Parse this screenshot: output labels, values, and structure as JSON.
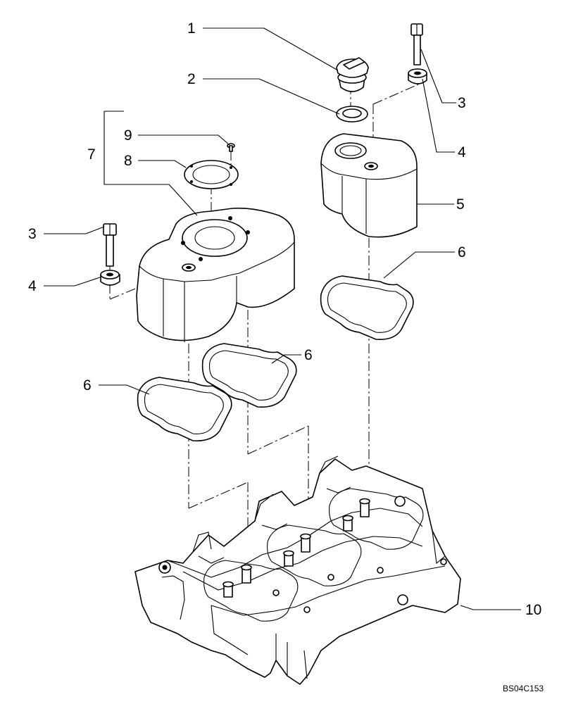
{
  "callouts": [
    {
      "id": "c1",
      "text": "1"
    },
    {
      "id": "c2",
      "text": "2"
    },
    {
      "id": "c3a",
      "text": "3"
    },
    {
      "id": "c4a",
      "text": "4"
    },
    {
      "id": "c5",
      "text": "5"
    },
    {
      "id": "c6a",
      "text": "6"
    },
    {
      "id": "c7",
      "text": "7"
    },
    {
      "id": "c8",
      "text": "8"
    },
    {
      "id": "c9",
      "text": "9"
    },
    {
      "id": "c3b",
      "text": "3"
    },
    {
      "id": "c4b",
      "text": "4"
    },
    {
      "id": "c6b",
      "text": "6"
    },
    {
      "id": "c6c",
      "text": "6"
    },
    {
      "id": "c10",
      "text": "10"
    }
  ],
  "reference_code": "BS04C153",
  "parts": {
    "oil_filler_cap": "oil-filler-cap",
    "seal_ring": "seal-ring",
    "bolt": "bolt",
    "washer": "washer",
    "small_cover": "valve-cover-small",
    "gasket": "cover-gasket",
    "large_cover": "valve-cover-large",
    "flange_plate": "flange-plate",
    "screw": "screw",
    "cylinder_head": "cylinder-head"
  }
}
